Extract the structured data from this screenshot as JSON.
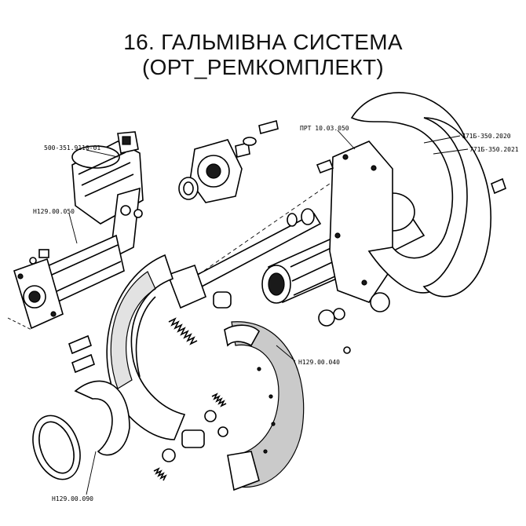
{
  "title": "16. ГАЛЬМІВНА СИСТЕМА (ОРТ_РЕМКОМПЛЕКТ)",
  "labels": {
    "housing": "500-351.9110-01",
    "axle_arm": "Н129.00.050",
    "anchor_plate": "ПРТ 10.03.050",
    "shield_a": "771Б-350.2020",
    "shield_b": "771Б-350.2021",
    "shoe": "Н129.00.040",
    "ring": "Н129.00.090"
  },
  "colors": {
    "ink": "#000000",
    "lining": "#8a8a8a",
    "background": "#ffffff"
  }
}
